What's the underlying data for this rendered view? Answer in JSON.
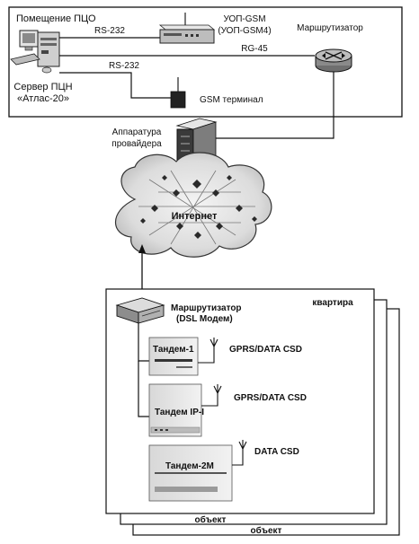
{
  "room": {
    "title": "Помещение ПЦО",
    "server_line1": "Сервер ПЦН",
    "server_line2": "«Атлас-20»",
    "rs232_top": "RS-232",
    "rs232_mid": "RS-232",
    "uop_line1": "УОП-GSM",
    "uop_line2": "(УОП-GSM4)",
    "rg45": "RG-45",
    "router": "Маршрутизатор",
    "gsm_terminal": "GSM терминал"
  },
  "provider": {
    "line1": "Аппаратура",
    "line2": "провайдера"
  },
  "cloud": {
    "label": "Интернет"
  },
  "site": {
    "router_line1": "Маршрутизатор",
    "router_line2": "(DSL Модем)",
    "apartment": "квартира",
    "devices": [
      {
        "name": "Тандем-1",
        "link": "GPRS/DATA CSD"
      },
      {
        "name": "Тандем IP-I",
        "link": "GPRS/DATA CSD"
      },
      {
        "name": "Тандем-2М",
        "link": "DATA CSD"
      }
    ],
    "object_1": "объект",
    "object_2": "объект"
  }
}
